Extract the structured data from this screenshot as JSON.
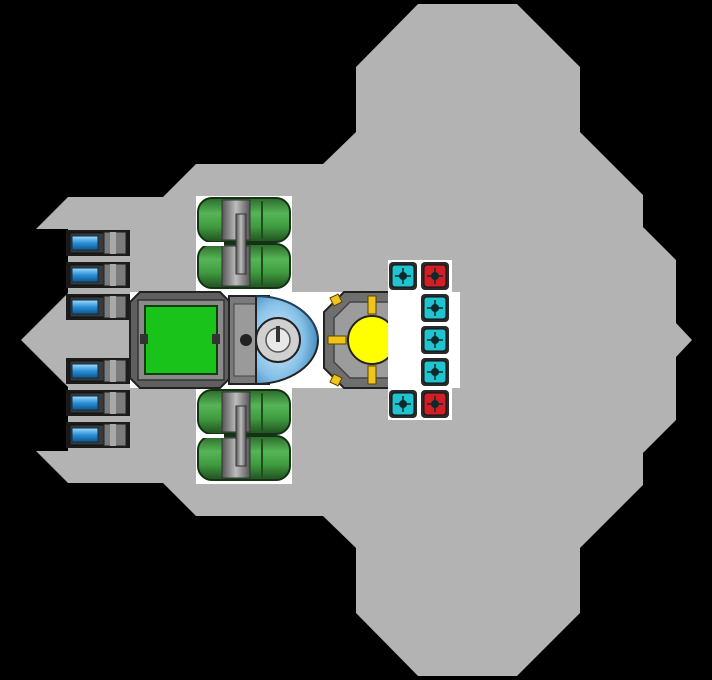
{
  "scene": {
    "background_color": "#000000",
    "hull_color": "#b3b3b3",
    "component_colors": {
      "thruster_glow": "#2a8fd6",
      "fuel_tank_green": "#3f9c3f",
      "cargo_screen_green": "#19c319",
      "dome_blue": "#86c1e8",
      "reactor_yellow": "#ffff00",
      "reactor_bracket": "#f0c419",
      "shield_cyan": "#1fc4cf",
      "shield_red": "#d21f25",
      "metal_grey": "#6f6f6f"
    },
    "components": {
      "thrusters_upper_count": 3,
      "thrusters_lower_count": 3,
      "fuel_tank_pairs": 2,
      "shield_modules": [
        [
          "cyan",
          "red"
        ],
        [
          "none",
          "cyan"
        ],
        [
          "none",
          "cyan"
        ],
        [
          "none",
          "cyan"
        ],
        [
          "cyan",
          "red"
        ]
      ]
    }
  }
}
